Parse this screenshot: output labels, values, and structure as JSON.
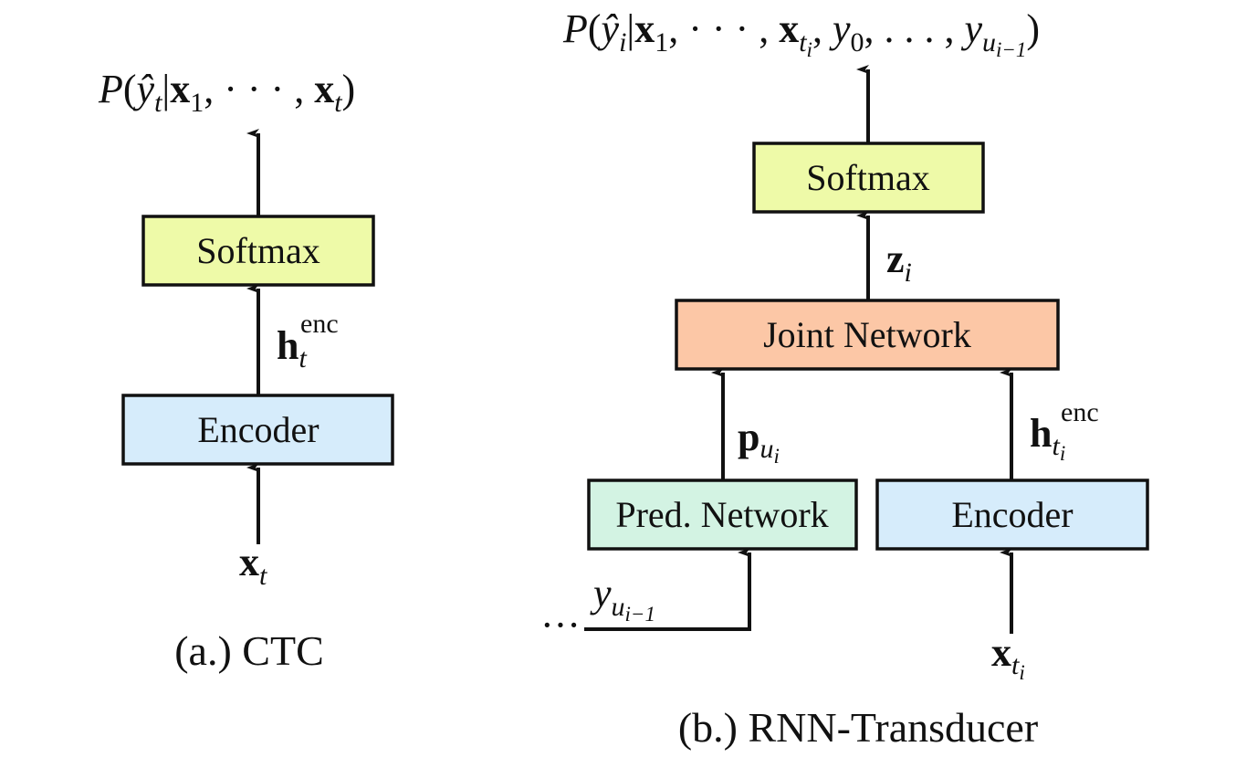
{
  "colors": {
    "softmax": "#eefaa8",
    "encoder": "#d6ecfb",
    "joint": "#fcc7a6",
    "prediction": "#d3f3e3",
    "stroke": "#111111"
  },
  "ctc": {
    "caption": "(a.) CTC",
    "output": {
      "P": "P",
      "open": "(",
      "yhat": "ŷ",
      "y_sub": "t",
      "bar": "|",
      "x1": "x",
      "x1_sub": "1",
      "sep": ", · · · , ",
      "xt": "x",
      "xt_sub": "t",
      "close": ")"
    },
    "softmax_label": "Softmax",
    "encoder_label": "Encoder",
    "hidden": {
      "h": "h",
      "sub": "t",
      "sup": "enc"
    },
    "input": {
      "x": "x",
      "sub": "t"
    }
  },
  "rnnt": {
    "caption": "(b.) RNN-Transducer",
    "output": {
      "P": "P",
      "open": "(",
      "yhat": "ŷ",
      "y_sub": "i",
      "bar": "|",
      "x1": "x",
      "x1_sub": "1",
      "sep": ", · · · , ",
      "xt": "x",
      "xt_sub": "t",
      "xt_subsub": "i",
      "comma": ", ",
      "y0": "y",
      "y0_sub": "0",
      "dots": ", . . . , ",
      "yu": "y",
      "yu_sub": "u",
      "yu_subsub": "i−1",
      "close": ")"
    },
    "softmax_label": "Softmax",
    "joint_label": "Joint Network",
    "pred_label": "Pred. Network",
    "encoder_label": "Encoder",
    "z": {
      "z": "z",
      "sub": "i"
    },
    "p": {
      "p": "p",
      "sub": "u",
      "subsub": "i"
    },
    "hidden": {
      "h": "h",
      "sub": "t",
      "subsub": "i",
      "sup": "enc"
    },
    "input": {
      "x": "x",
      "sub": "t",
      "subsub": "i"
    },
    "feedback": {
      "y": "y",
      "sub": "u",
      "subsub": "i−1",
      "dots": "···"
    }
  }
}
